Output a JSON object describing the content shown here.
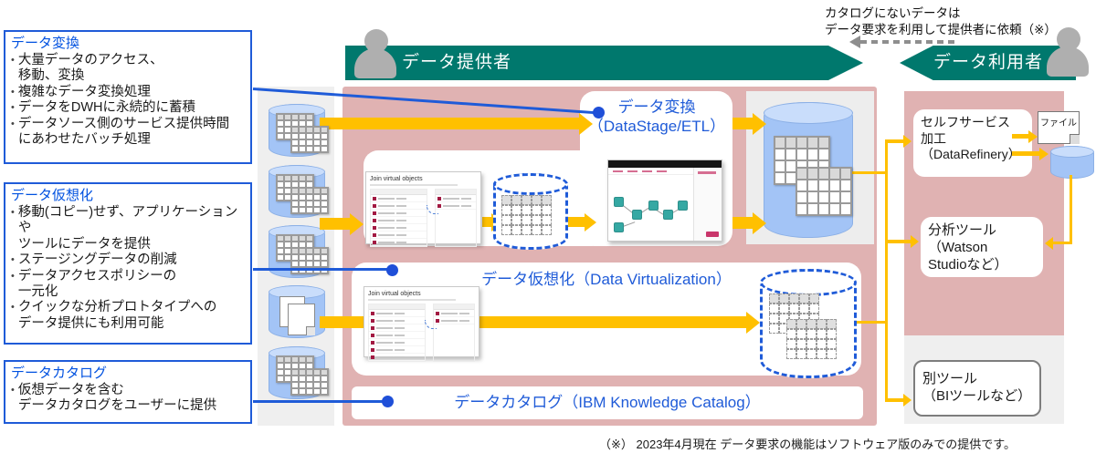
{
  "colors": {
    "teal": "#00786D",
    "pink": "#E0B2B2",
    "yellow": "#FFC000",
    "blue": "#1F5BD8"
  },
  "left_panels": [
    {
      "title": "データ変換",
      "bullets": [
        "大量データのアクセス、\n移動、変換",
        "複雑なデータ変換処理",
        "データをDWHに永続的に蓄積",
        "データソース側のサービス提供時間\nにあわせたバッチ処理"
      ]
    },
    {
      "title": "データ仮想化",
      "bullets": [
        "移動(コピー)せず、アプリケーションや\nツールにデータを提供",
        "ステージングデータの削減",
        "データアクセスポリシーの\n一元化",
        "クイックな分析プロトタイプへの\nデータ提供にも利用可能"
      ]
    },
    {
      "title": "データカタログ",
      "bullets": [
        "仮想データを含む\nデータカタログをユーザーに提供"
      ]
    }
  ],
  "banners": {
    "provider": "データ提供者",
    "consumer": "データ利用者"
  },
  "request_note": {
    "line1": "カタログにないデータは",
    "line2": "データ要求を利用して提供者に依頼（※）"
  },
  "flow": {
    "transform_label_l1": "データ変換",
    "transform_label_l2": "（DataStage/ETL）",
    "virtualization_label": "データ仮想化（Data Virtualization）",
    "catalog_label": "データカタログ（IBM Knowledge Catalog）",
    "screenshot_title": "Join virtual objects"
  },
  "right_panel": {
    "selfservice": "セルフサービス\n加工\n（DataRefinery）",
    "file_icon_label": "ファイル",
    "analytics": "分析ツール\n（Watson\n Studioなど）",
    "other": "別ツール\n（BIツールなど）"
  },
  "footnote": "（※） 2023年4月現在 データ要求の機能はソフトウェア版のみでの提供です。"
}
